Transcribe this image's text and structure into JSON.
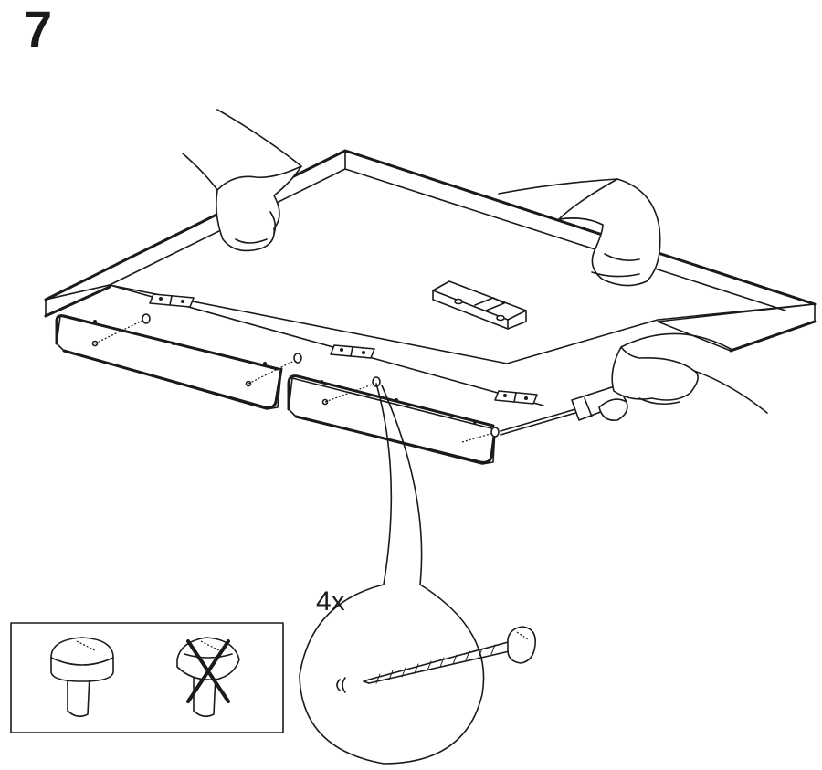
{
  "step": {
    "number": "7"
  },
  "callout": {
    "quantity_label": "4x",
    "part": "screw"
  },
  "screw_head_guide": {
    "correct": "screw-head-flat-icon",
    "incorrect": "screw-head-damaged-icon"
  },
  "colors": {
    "ink": "#1a1a1a",
    "paper": "#ffffff"
  }
}
